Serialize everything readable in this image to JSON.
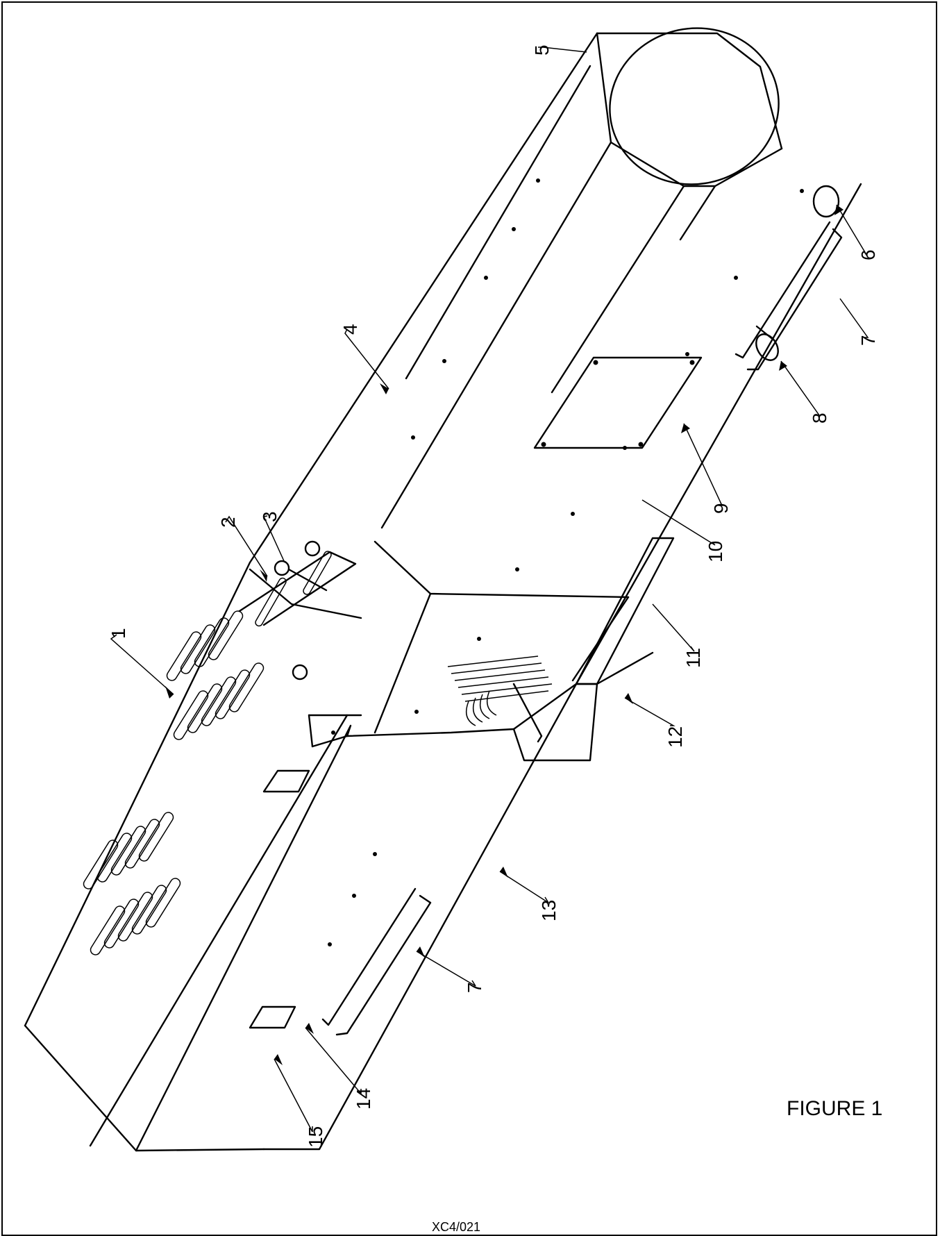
{
  "figure": {
    "caption": "FIGURE 1",
    "drawing_code": "XC4/021"
  },
  "callouts": [
    "1",
    "2",
    "3",
    "4",
    "5",
    "6",
    "7",
    "8",
    "9",
    "10",
    "11",
    "12",
    "13",
    "7",
    "14",
    "15"
  ],
  "colors": {
    "ink": "#000000",
    "paper": "#ffffff"
  }
}
